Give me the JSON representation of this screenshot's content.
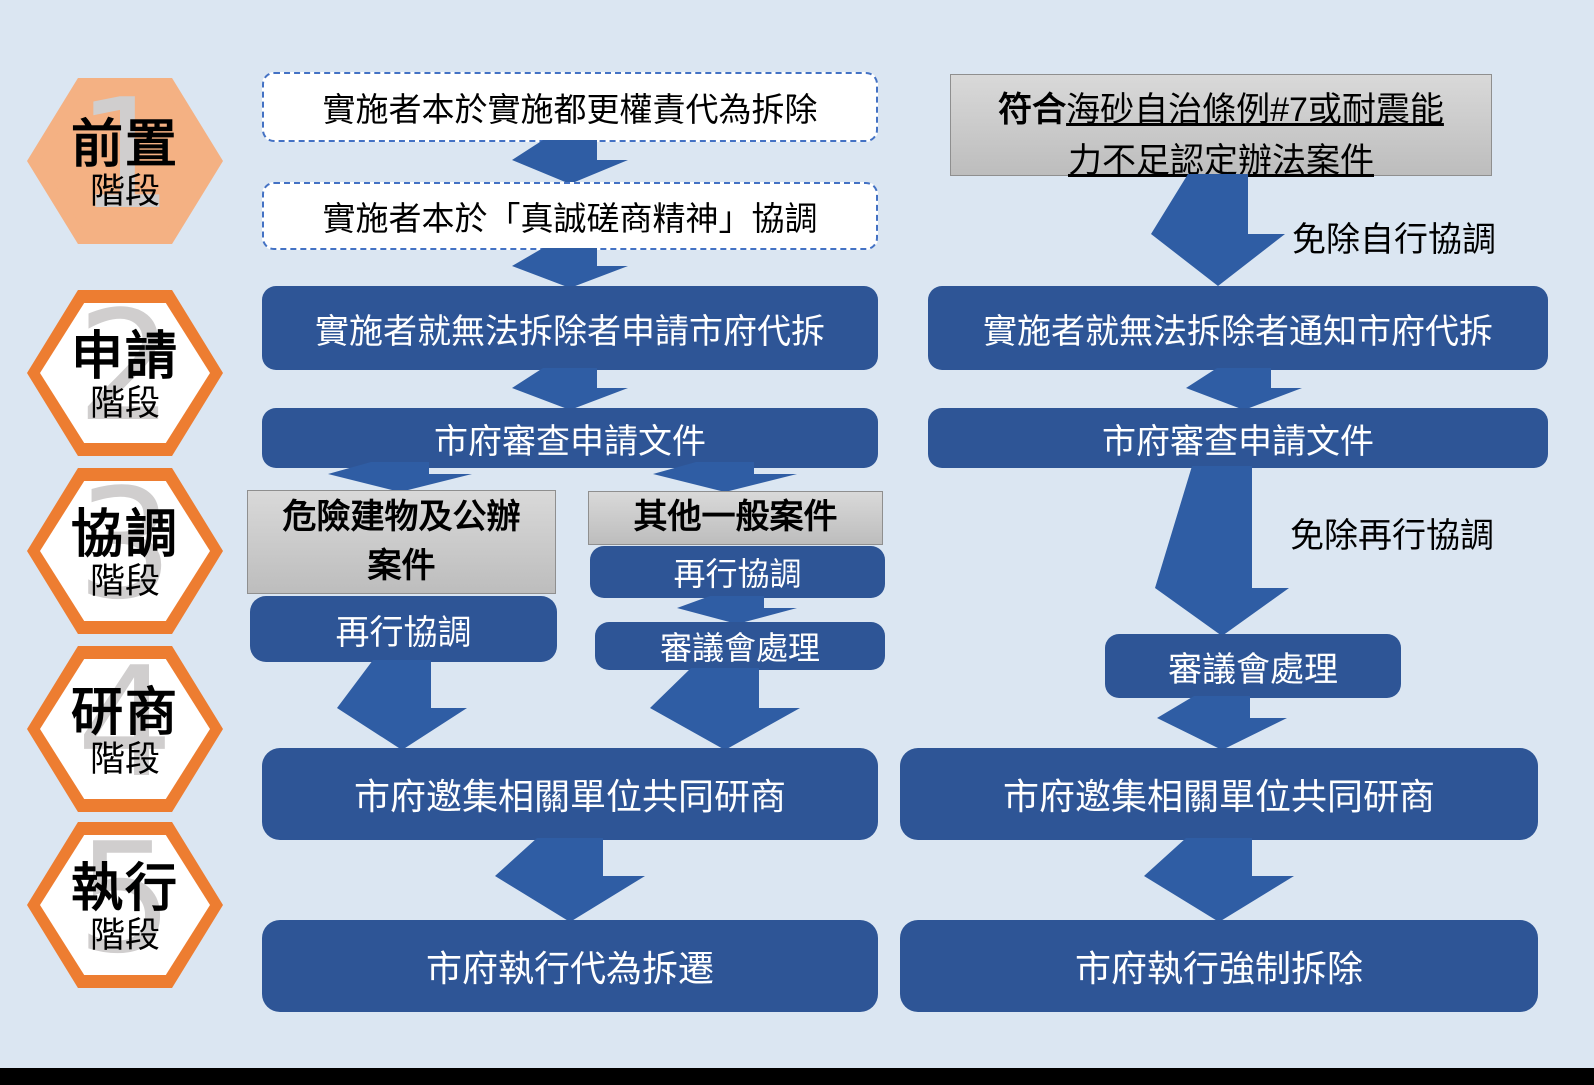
{
  "stages": [
    {
      "num": "1",
      "label": "前置",
      "sub": "階段"
    },
    {
      "num": "2",
      "label": "申請",
      "sub": "階段"
    },
    {
      "num": "3",
      "label": "協調",
      "sub": "階段"
    },
    {
      "num": "4",
      "label": "研商",
      "sub": "階段"
    },
    {
      "num": "5",
      "label": "執行",
      "sub": "階段"
    }
  ],
  "left_flow": {
    "premise1": "實施者本於實施都更權責代為拆除",
    "premise2": "實施者本於「真誠磋商精神」協調",
    "apply": "實施者就無法拆除者申請市府代拆",
    "review": "市府審查申請文件",
    "branch_dangerous_title": "危險建物及公辦案件",
    "branch_dangerous_renegotiate": "再行協調",
    "branch_general_title": "其他一般案件",
    "branch_general_renegotiate": "再行協調",
    "branch_general_committee": "審議會處理",
    "joint_meeting": "市府邀集相關單位共同研商",
    "execute": "市府執行代為拆遷"
  },
  "right_flow": {
    "header_bold": "符合",
    "header_rest_line1": "海砂自治條例#7或耐震能",
    "header_line2": "力不足認定辦法案件",
    "skip_self_coordination_label": "免除自行協調",
    "notify": "實施者就無法拆除者通知市府代拆",
    "review": "市府審查申請文件",
    "skip_renegotiation_label": "免除再行協調",
    "committee": "審議會處理",
    "joint_meeting": "市府邀集相關單位共同研商",
    "execute": "市府執行強制拆除"
  },
  "colors": {
    "bg": "#dbe6f2",
    "box_blue": "#2e5596",
    "arrow_blue": "#2f5da4",
    "orange": "#ed7d31",
    "orange_light": "#f4b183",
    "dashed_border_blue": "#4472c4",
    "gray_box_light": "#d9d9d9",
    "gray_box_dark": "#bdbdbd",
    "number_gray": "#d0cece",
    "text_black": "#000000",
    "text_white": "#ffffff",
    "footer_black": "#000000"
  }
}
